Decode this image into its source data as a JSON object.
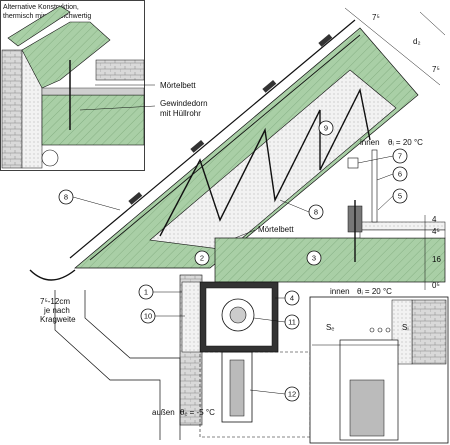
{
  "inset": {
    "title_line1": "Alternative Konstruktion,",
    "title_line2": "thermisch mind. gleichwertig",
    "label_mortar": "Mörtelbett",
    "label_dowel_line1": "Gewindedorn",
    "label_dowel_line2": "mit Hüllrohr"
  },
  "labels": {
    "mortar_main": "Mörtelbett",
    "inside_top": "innen",
    "inside_top_temp": "θᵢ = 20 °C",
    "inside_bottom": "innen",
    "inside_bottom_temp": "θᵢ = 20 °C",
    "outside": "außen",
    "outside_temp": "θₑ = -5 °C",
    "overhang_line1": "7⁵-12cm",
    "overhang_line2": "je nach",
    "overhang_line3": "Kragweite",
    "se": "Sₑ",
    "si": "Sᵢ"
  },
  "dimensions": {
    "d_top1": "7⁵",
    "d_top2": "d₂",
    "d_top3": "7⁵",
    "d_right1": "4",
    "d_right2": "4⁵",
    "d_right3": "16",
    "d_right4": "0⁵"
  },
  "callouts": [
    "1",
    "2",
    "3",
    "4",
    "5",
    "6",
    "7",
    "8",
    "8",
    "9",
    "10",
    "11",
    "12"
  ],
  "colors": {
    "green": "#a9cfa6",
    "insulation": "#eeeeee",
    "masonry": "#d8d8d8",
    "line": "#111111"
  }
}
